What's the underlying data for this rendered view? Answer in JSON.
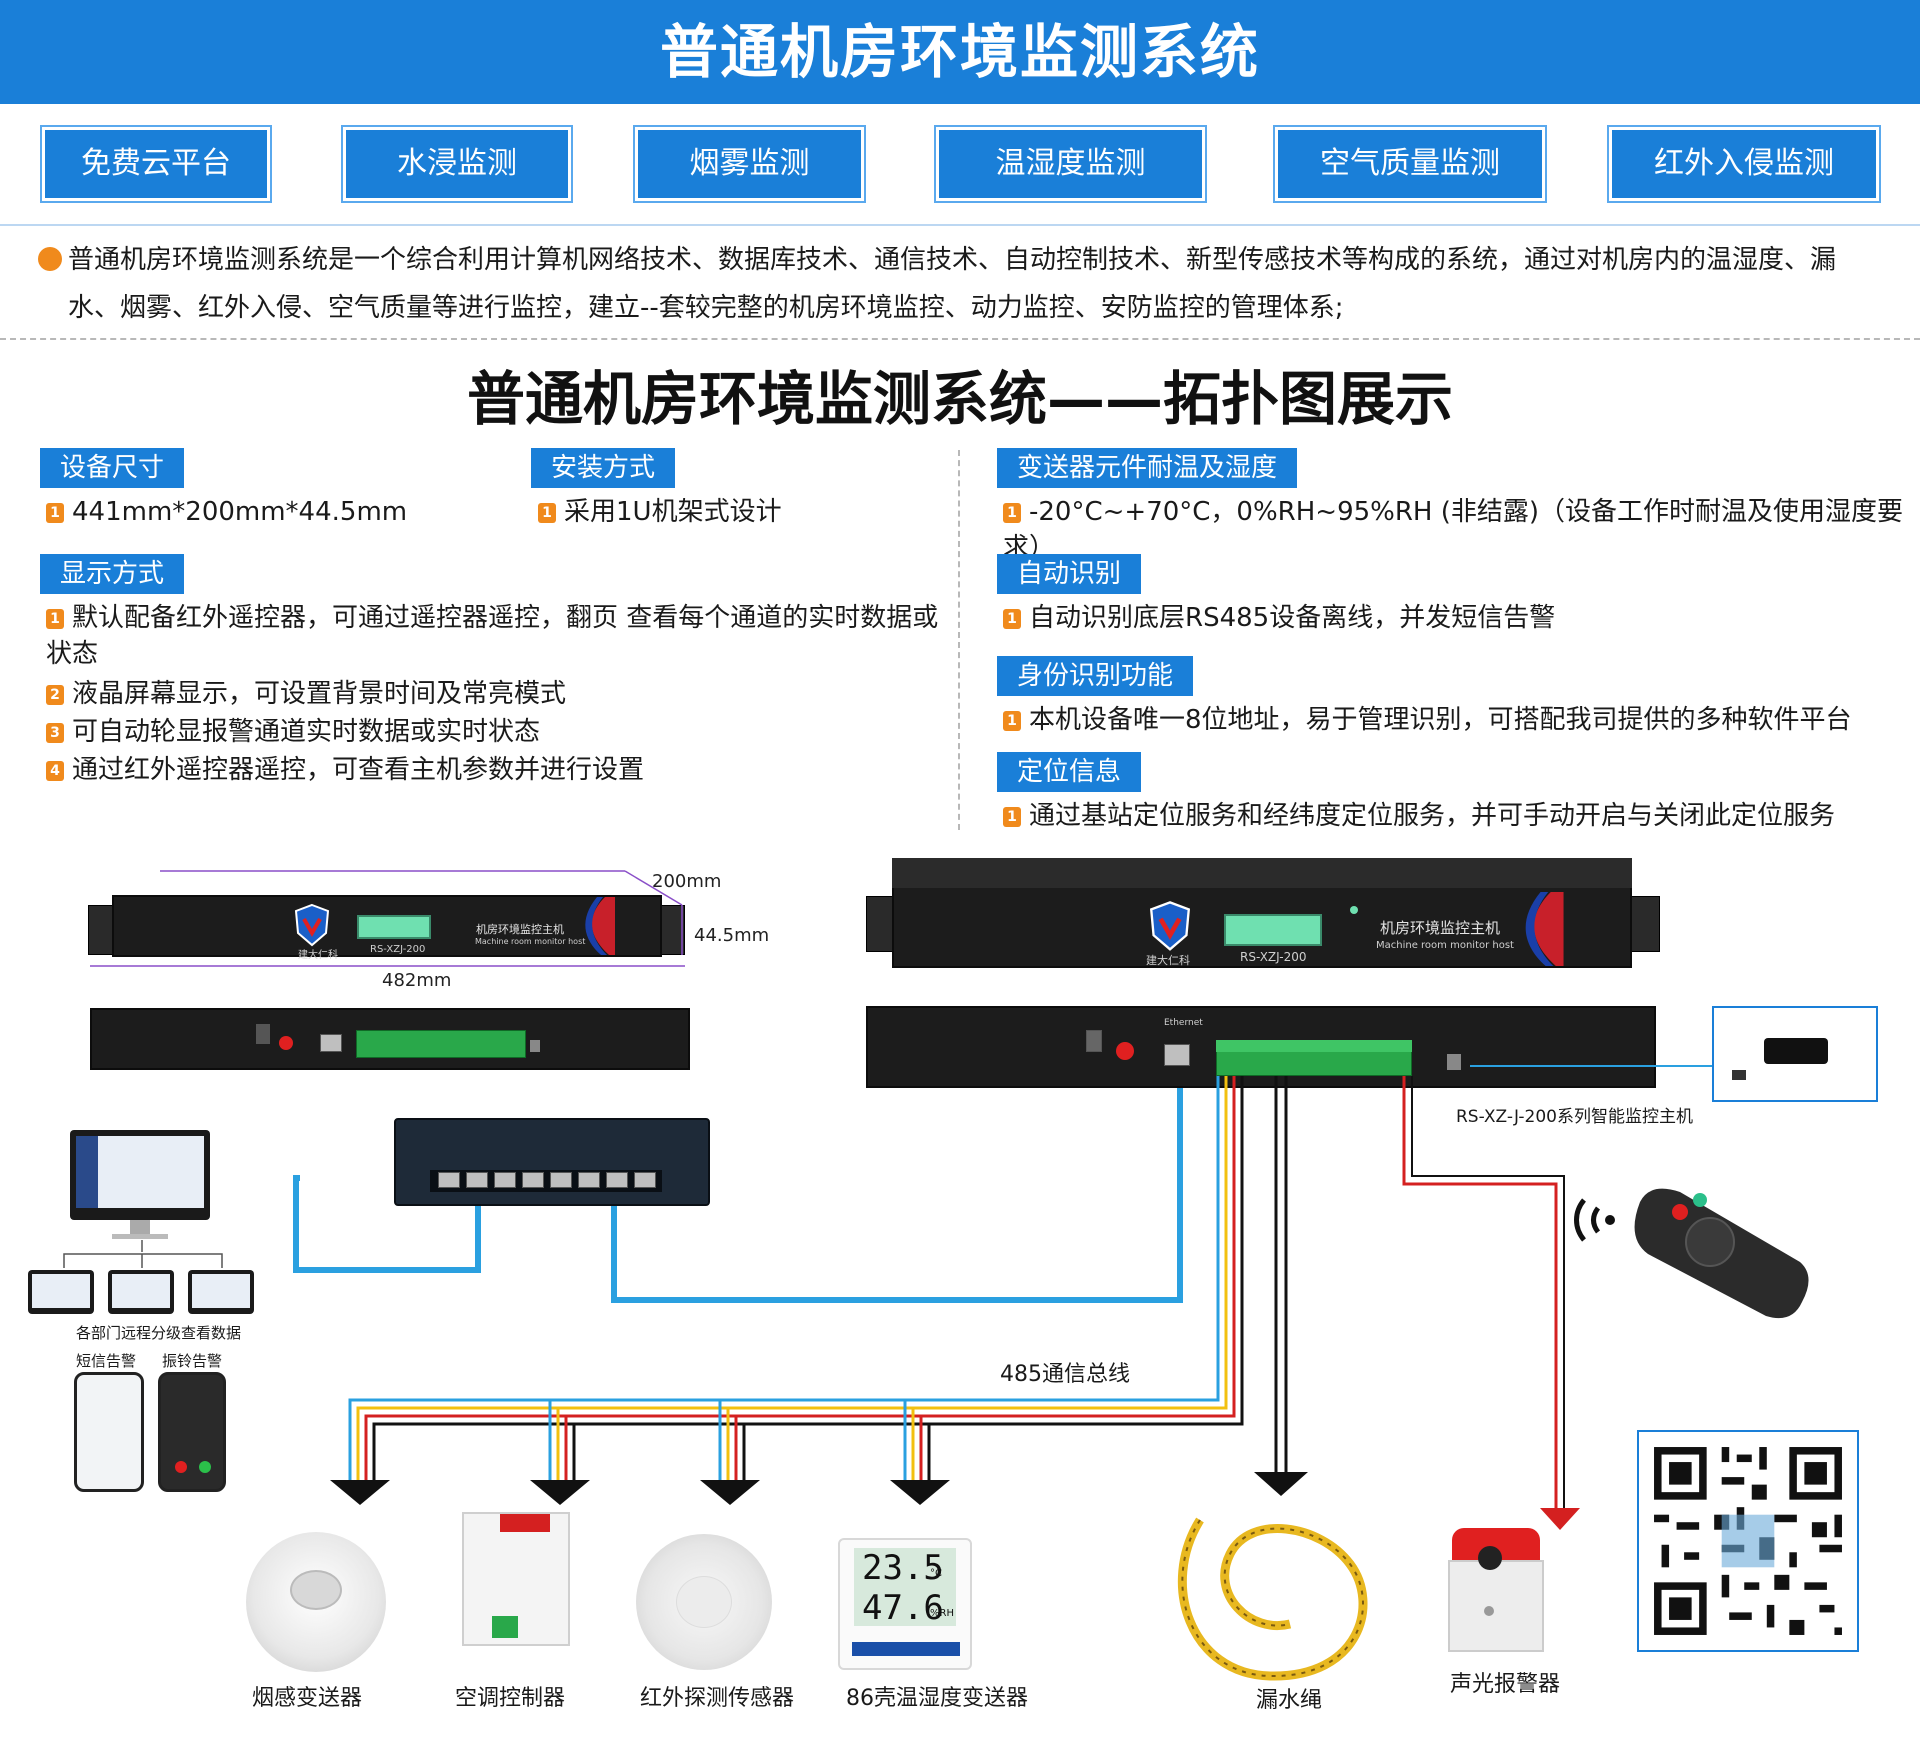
{
  "header": {
    "title": "普通机房环境监测系统"
  },
  "features": [
    {
      "label": "免费云平台"
    },
    {
      "label": "水浸监测"
    },
    {
      "label": "烟雾监测"
    },
    {
      "label": "温湿度监测"
    },
    {
      "label": "空气质量监测"
    },
    {
      "label": "红外入侵监测"
    }
  ],
  "description": "普通机房环境监测系统是一个综合利用计算机网络技术、数据库技术、通信技术、自动控制技术、新型传感技术等构成的系统，通过对机房内的温湿度、漏水、烟雾、红外入侵、空气质量等进行监控，建立--套较完整的机房环境监控、动力监控、安防监控的管理体系;",
  "topology_title": "普通机房环境监测系统——拓扑图展示",
  "specs": {
    "size": {
      "label": "设备尺寸",
      "items": [
        "441mm*200mm*44.5mm"
      ]
    },
    "install": {
      "label": "安装方式",
      "items": [
        "采用1U机架式设计"
      ]
    },
    "display": {
      "label": "显示方式",
      "items": [
        "默认配备红外遥控器，可通过遥控器遥控，翻页 查看每个通道的实时数据或状态",
        "液晶屏幕显示，可设置背景时间及常亮模式",
        "可自动轮显报警通道实时数据或实时状态",
        "通过红外遥控器遥控，可查看主机参数并进行设置"
      ]
    },
    "env": {
      "label": "变送器元件耐温及湿度",
      "items": [
        "-20°C~+70°C，0%RH~95%RH (非结露)（设备工作时耐温及使用湿度要求）"
      ]
    },
    "auto_id": {
      "label": "自动识别",
      "items": [
        "自动识别底层RS485设备离线，并发短信告警"
      ]
    },
    "identity": {
      "label": "身份识别功能",
      "items": [
        "本机设备唯一8位地址，易于管理识别，可搭配我司提供的多种软件平台"
      ]
    },
    "location": {
      "label": "定位信息",
      "items": [
        "通过基站定位服务和经纬度定位服务，并可手动开启与关闭此定位服务"
      ]
    }
  },
  "numbers": [
    "1",
    "1",
    "1",
    "2",
    "3",
    "4",
    "1",
    "1",
    "1",
    "1"
  ],
  "device": {
    "model": "RS-XZJ-200",
    "name_cn": "机房环境监控主机",
    "name_en": "Machine room monitor host",
    "brand": "建大仁科",
    "dim_depth": "200mm",
    "dim_height": "44.5mm",
    "dim_width": "482mm",
    "host_label": "RS-XZ-J-200系列智能监控主机",
    "ethernet_label": "Ethernet"
  },
  "topology": {
    "departments_label": "各部门远程分级查看数据",
    "sms_label": "短信告警",
    "ring_label": "振铃告警",
    "bus_label": "485通信总线",
    "sensors": [
      {
        "label": "烟感变送器"
      },
      {
        "label": "空调控制器"
      },
      {
        "label": "红外探测传感器"
      },
      {
        "label": "86壳温湿度变送器"
      },
      {
        "label": "漏水绳"
      },
      {
        "label": "声光报警器"
      }
    ],
    "th_display": {
      "temp": "23.5",
      "temp_unit": "°C",
      "hum": "47.6",
      "hum_unit": "%RH"
    }
  },
  "colors": {
    "primary": "#1a7fd8",
    "accent": "#f08a1c",
    "network_cable": "#2aa0e0",
    "alarm_wire": "#d42020"
  }
}
